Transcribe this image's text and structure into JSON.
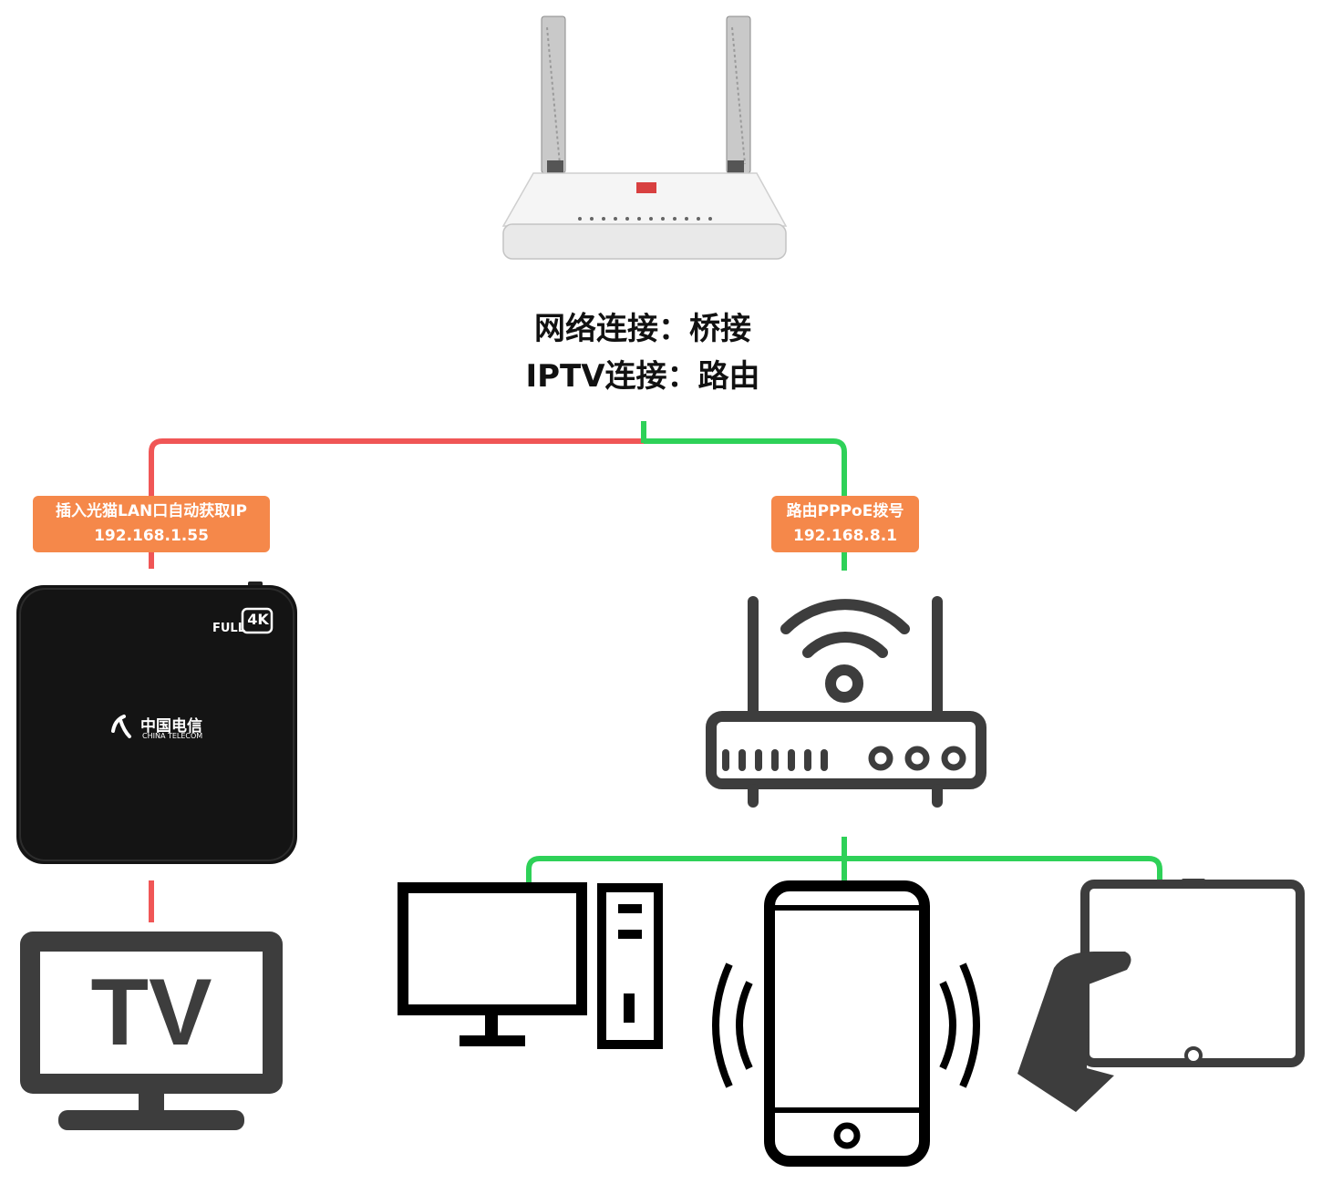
{
  "modem": {
    "network_mode": "网络连接：桥接",
    "iptv_mode": "IPTV连接：路由"
  },
  "stb_tag": {
    "line1": "插入光猫LAN口自动获取IP",
    "line2": "192.168.1.55"
  },
  "router_tag": {
    "line1": "路由PPPoE拨号",
    "line2": "192.168.8.1"
  },
  "stb": {
    "badge_full": "FULL",
    "badge_4k": "4K",
    "brand_cn": "中国电信",
    "brand_en": "CHINA TELECOM"
  },
  "tv": {
    "label": "TV"
  },
  "colors": {
    "iptv_line": "#f05656",
    "internet_line": "#2ed158",
    "tag_bg": "#f5884a",
    "icon_dark": "#3d3d3d",
    "stb_body": "#141414"
  }
}
